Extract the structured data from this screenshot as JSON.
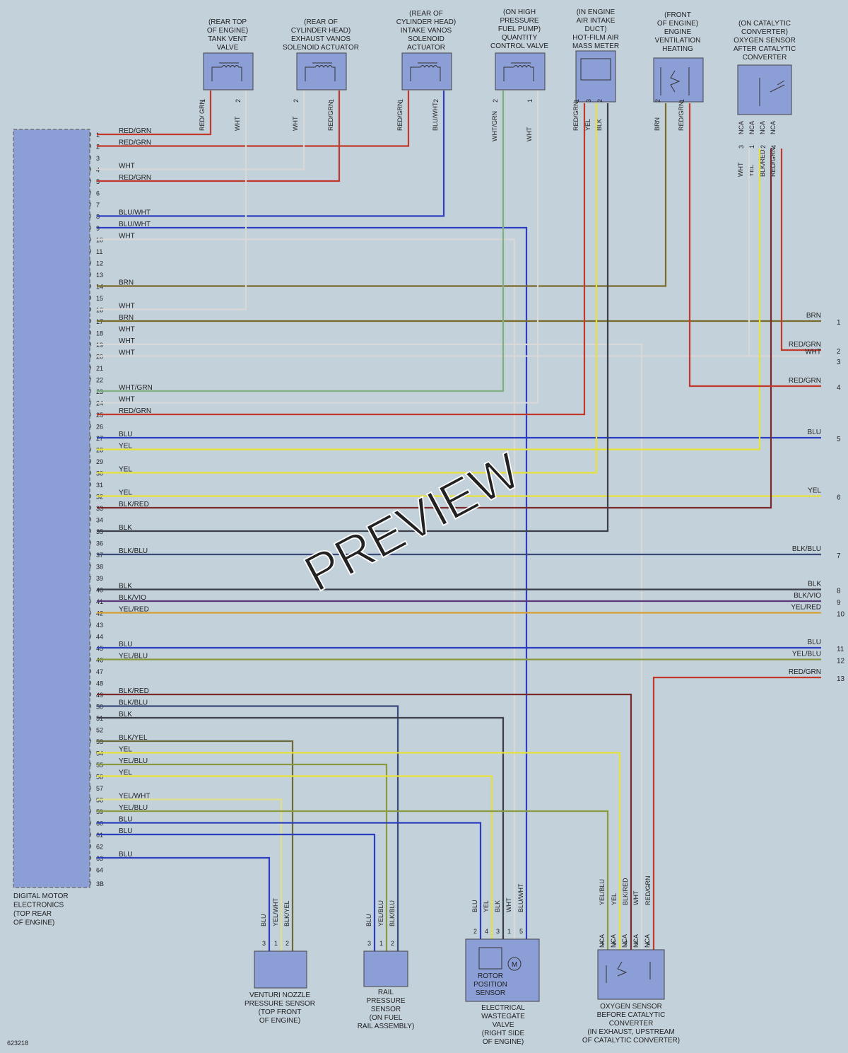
{
  "diagram": {
    "ecu": {
      "label_lines": [
        "DIGITAL MOTOR",
        "ELECTRONICS",
        "(TOP REAR",
        "OF ENGINE)"
      ],
      "pins": [
        "1",
        "2",
        "3",
        "4",
        "5",
        "6",
        "7",
        "8",
        "9",
        "10",
        "11",
        "12",
        "13",
        "14",
        "15",
        "16",
        "17",
        "18",
        "19",
        "20",
        "21",
        "22",
        "23",
        "24",
        "25",
        "26",
        "27",
        "28",
        "29",
        "30",
        "31",
        "32",
        "33",
        "34",
        "35",
        "36",
        "37",
        "38",
        "39",
        "40",
        "41",
        "42",
        "43",
        "44",
        "45",
        "46",
        "47",
        "48",
        "49",
        "50",
        "51",
        "52",
        "53",
        "54",
        "55",
        "56",
        "57",
        "58",
        "59",
        "60",
        "61",
        "62",
        "63",
        "64",
        "3B"
      ]
    },
    "wires": [
      {
        "pin": "1",
        "label": "RED/GRN",
        "color": "#c0392b"
      },
      {
        "pin": "2",
        "label": "RED/GRN",
        "color": "#c0392b"
      },
      {
        "pin": "4",
        "label": "WHT",
        "color": "#d8d8d8"
      },
      {
        "pin": "5",
        "label": "RED/GRN",
        "color": "#c0392b"
      },
      {
        "pin": "8",
        "label": "BLU/WHT",
        "color": "#2c3fc0"
      },
      {
        "pin": "9",
        "label": "BLU/WHT",
        "color": "#2c3fc0"
      },
      {
        "pin": "10",
        "label": "WHT",
        "color": "#d8d8d8"
      },
      {
        "pin": "14",
        "label": "BRN",
        "color": "#7a6a2a"
      },
      {
        "pin": "16",
        "label": "WHT",
        "color": "#d8d8d8"
      },
      {
        "pin": "17",
        "label": "BRN",
        "color": "#7a6a2a"
      },
      {
        "pin": "18",
        "label": "WHT",
        "color": "#d8d8d8"
      },
      {
        "pin": "19",
        "label": "WHT",
        "color": "#d8d8d8"
      },
      {
        "pin": "20",
        "label": "WHT",
        "color": "#d8d8d8"
      },
      {
        "pin": "23",
        "label": "WHT/GRN",
        "color": "#7fb07f"
      },
      {
        "pin": "24",
        "label": "WHT",
        "color": "#d8d8d8"
      },
      {
        "pin": "25",
        "label": "RED/GRN",
        "color": "#c0392b"
      },
      {
        "pin": "27",
        "label": "BLU",
        "color": "#2c3fc0"
      },
      {
        "pin": "28",
        "label": "YEL",
        "color": "#e6e23a"
      },
      {
        "pin": "30",
        "label": "YEL",
        "color": "#e6e23a"
      },
      {
        "pin": "32",
        "label": "YEL",
        "color": "#e6e23a"
      },
      {
        "pin": "33",
        "label": "BLK/RED",
        "color": "#7a2a2a"
      },
      {
        "pin": "35",
        "label": "BLK",
        "color": "#3a3f4a"
      },
      {
        "pin": "37",
        "label": "BLK/BLU",
        "color": "#3a4a7a"
      },
      {
        "pin": "40",
        "label": "BLK",
        "color": "#3a3f4a"
      },
      {
        "pin": "41",
        "label": "BLK/VIO",
        "color": "#5a3a7a"
      },
      {
        "pin": "42",
        "label": "YEL/RED",
        "color": "#d6a030"
      },
      {
        "pin": "45",
        "label": "BLU",
        "color": "#2c3fc0"
      },
      {
        "pin": "46",
        "label": "YEL/BLU",
        "color": "#8a9a40"
      },
      {
        "pin": "49",
        "label": "BLK/RED",
        "color": "#7a2a2a"
      },
      {
        "pin": "50",
        "label": "BLK/BLU",
        "color": "#3a4a7a"
      },
      {
        "pin": "51",
        "label": "BLK",
        "color": "#3a3f4a"
      },
      {
        "pin": "53",
        "label": "BLK/YEL",
        "color": "#6a6a3a"
      },
      {
        "pin": "54",
        "label": "YEL",
        "color": "#e6e23a"
      },
      {
        "pin": "55",
        "label": "YEL/BLU",
        "color": "#8a9a40"
      },
      {
        "pin": "56",
        "label": "YEL",
        "color": "#e6e23a"
      },
      {
        "pin": "58",
        "label": "YEL/WHT",
        "color": "#e0e08a"
      },
      {
        "pin": "59",
        "label": "YEL/BLU",
        "color": "#8a9a40"
      },
      {
        "pin": "60",
        "label": "BLU",
        "color": "#2c3fc0"
      },
      {
        "pin": "61",
        "label": "BLU",
        "color": "#2c3fc0"
      },
      {
        "pin": "63",
        "label": "BLU",
        "color": "#2c3fc0"
      }
    ],
    "right_edge": [
      {
        "num": "1",
        "label": "BRN"
      },
      {
        "num": "2",
        "label": "RED/GRN"
      },
      {
        "num": "",
        "label": "WHT"
      },
      {
        "num": "3",
        "label": ""
      },
      {
        "num": "4",
        "label": "RED/GRN"
      },
      {
        "num": "5",
        "label": "BLU"
      },
      {
        "num": "6",
        "label": "YEL"
      },
      {
        "num": "7",
        "label": "BLK/BLU"
      },
      {
        "num": "8",
        "label": "BLK"
      },
      {
        "num": "9",
        "label": "BLK/VIO"
      },
      {
        "num": "10",
        "label": "YEL/RED"
      },
      {
        "num": "11",
        "label": "BLU"
      },
      {
        "num": "12",
        "label": "YEL/BLU"
      },
      {
        "num": "13",
        "label": "RED/GRN"
      }
    ],
    "top_components": [
      {
        "caption": [
          "(REAR TOP",
          "OF ENGINE)",
          "TANK VENT",
          "VALVE"
        ],
        "pins": [
          {
            "n": "1",
            "label": "RED/ GRN"
          },
          {
            "n": "2",
            "label": "WHT"
          }
        ]
      },
      {
        "caption": [
          "(REAR OF",
          "CYLINDER HEAD)",
          "EXHAUST VANOS",
          "SOLENOID ACTUATOR"
        ],
        "pins": [
          {
            "n": "2",
            "label": "WHT"
          },
          {
            "n": "1",
            "label": "RED/GRN"
          }
        ]
      },
      {
        "caption": [
          "(REAR OF",
          "CYLINDER HEAD)",
          "INTAKE VANOS",
          "SOLENOID",
          "ACTUATOR"
        ],
        "pins": [
          {
            "n": "1",
            "label": "RED/GRN"
          },
          {
            "n": "2",
            "label": "BLU/WHT"
          }
        ]
      },
      {
        "caption": [
          "(ON HIGH",
          "PRESSURE",
          "FUEL PUMP)",
          "QUANTITY",
          "CONTROL VALVE"
        ],
        "pins": [
          {
            "n": "2",
            "label": "WHT/GRN"
          },
          {
            "n": "1",
            "label": "WHT"
          }
        ]
      },
      {
        "caption": [
          "(IN ENGINE",
          "AIR INTAKE",
          "DUCT)",
          "HOT-FILM AIR",
          "MASS METER"
        ],
        "pins": [
          {
            "n": "1",
            "label": "RED/GRN"
          },
          {
            "n": "3",
            "label": "YEL"
          },
          {
            "n": "2",
            "label": "BLK"
          }
        ]
      },
      {
        "caption": [
          "(FRONT",
          "OF ENGINE)",
          "ENGINE",
          "VENTILATION",
          "HEATING"
        ],
        "pins": [
          {
            "n": "2",
            "label": "BRN"
          },
          {
            "n": "1",
            "label": "RED/GRN"
          }
        ]
      },
      {
        "caption": [
          "(ON CATALYTIC",
          "CONVERTER)",
          "OXYGEN SENSOR",
          "AFTER CATALYTIC",
          "CONVERTER"
        ],
        "pins": [
          {
            "n": "3",
            "label": "WHT"
          },
          {
            "n": "1",
            "label": "YEL"
          },
          {
            "n": "2",
            "label": "BLK/RED"
          },
          {
            "n": "4",
            "label": "RED/GRN"
          }
        ],
        "nca": [
          "NCA",
          "NCA",
          "NCA",
          "NCA"
        ]
      }
    ],
    "bottom_components": [
      {
        "caption": [
          "VENTURI NOZZLE",
          "PRESSURE SENSOR",
          "(TOP FRONT",
          "OF ENGINE)"
        ],
        "pins": [
          {
            "n": "3",
            "label": "BLU"
          },
          {
            "n": "1",
            "label": "YEL/WHT"
          },
          {
            "n": "2",
            "label": "BLK/YEL"
          }
        ]
      },
      {
        "caption": [
          "RAIL",
          "PRESSURE",
          "SENSOR",
          "(ON FUEL",
          "RAIL ASSEMBLY)"
        ],
        "pins": [
          {
            "n": "3",
            "label": "BLU"
          },
          {
            "n": "1",
            "label": "YEL/BLU"
          },
          {
            "n": "2",
            "label": "BLK/BLU"
          }
        ]
      },
      {
        "caption": [
          "ELECTRICAL",
          "WASTEGATE",
          "VALVE",
          "(RIGHT SIDE",
          "OF ENGINE)"
        ],
        "inner": [
          "ROTOR",
          "POSITION",
          "SENSOR"
        ],
        "motor": "M",
        "pins": [
          {
            "n": "2",
            "label": "BLU"
          },
          {
            "n": "4",
            "label": "YEL"
          },
          {
            "n": "3",
            "label": "BLK"
          },
          {
            "n": "1",
            "label": "WHT"
          },
          {
            "n": "5",
            "label": "BLU/WHT"
          }
        ]
      },
      {
        "caption": [
          "OXYGEN SENSOR",
          "BEFORE CATALYTIC",
          "CONVERTER",
          "(IN EXHAUST, UPSTREAM",
          "OF CATALYTIC CONVERTER)"
        ],
        "pins": [
          {
            "n": "1",
            "label": "YEL/BLU"
          },
          {
            "n": "5",
            "label": "YEL"
          },
          {
            "n": "2",
            "label": "BLK/RED"
          },
          {
            "n": "3",
            "label": "WHT"
          },
          {
            "n": "4",
            "label": "RED/GRN"
          }
        ],
        "nca": [
          "NCA",
          "NCA",
          "NCA",
          "NCA",
          "NCA"
        ]
      }
    ],
    "watermark": "PREVIEW",
    "figure_id": "623218"
  }
}
